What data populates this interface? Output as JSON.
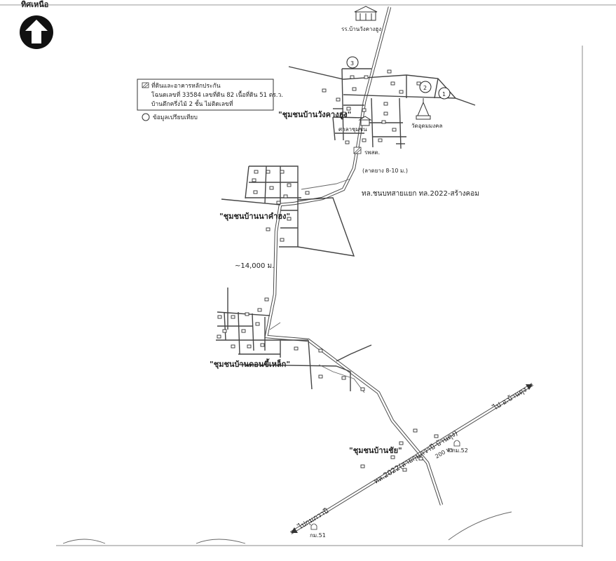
{
  "north_label": "ทิศเหนือ",
  "legend": {
    "item1_line1": "ที่ดินและอาคารหลักประกัน",
    "item1_line2": "โฉนดเลขที่ 33584 เลขที่ดิน 82 เนื้อที่ดิน 51 ตร.ว.",
    "item1_line3": "บ้านตึกครึ่งไม้ 2 ชั้น ไม่ติดเลขที่",
    "item2": "ข้อมูลเปรียบเทียบ"
  },
  "places": {
    "school": "รร.บ้านวังคางฮูง",
    "community_wangkanghung": "\"ชุมชนบ้านวังคางฮูง\"",
    "temple": "วัดอุดมมงคล",
    "sala": "ศาลาชุมชน",
    "health": "รพสต.",
    "road_width": "(ลาดยาง 8-10 ม.)",
    "junction": "ทล.ชนบทสายแยก ทล.2022-สร้างคอม",
    "community_nakhamkong": "\"ชุมชนบ้านนาคำฮง\"",
    "distance": "~14,000 ม.",
    "community_donkhilek": "\"ชุมชนบ้านดอนขี้เหล็ก\"",
    "community_chai": "\"ชุมชนบ้านชัย\"",
    "highway": "ทล.2022(สายกุมภวาปี-บ้านดุง)",
    "to_bandung": "ไป อ.บ้านดุง",
    "to_kumphawapi": "ไปกุมภวาปี",
    "km52": "กม.52",
    "km51": "กม.51",
    "m200": "200 ม."
  },
  "markers": [
    "1",
    "2",
    "3"
  ]
}
